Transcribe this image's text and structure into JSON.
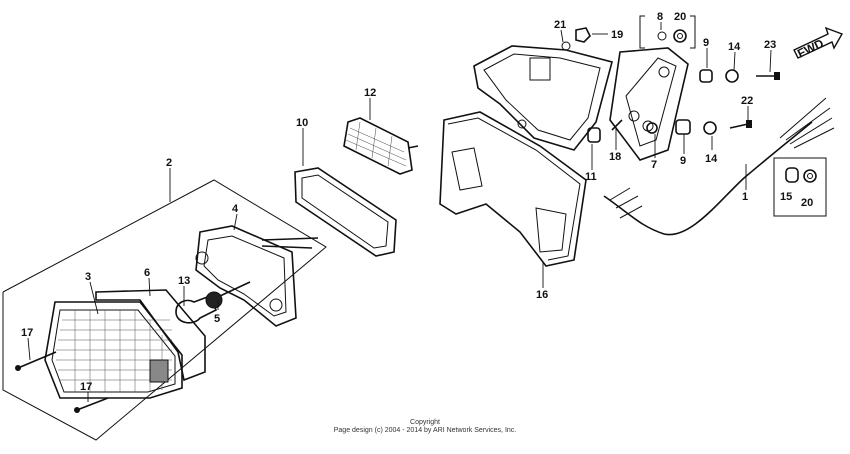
{
  "direction_label": "FWD",
  "copyright": {
    "line1": "Copyright",
    "line2": "Page design (c) 2004 - 2014 by ARI Network Services, Inc."
  },
  "callouts": {
    "c1": "1",
    "c2": "2",
    "c3": "3",
    "c4": "4",
    "c5": "5",
    "c6": "6",
    "c7": "7",
    "c8": "8",
    "c9a": "9",
    "c9b": "9",
    "c10": "10",
    "c11": "11",
    "c12": "12",
    "c13": "13",
    "c14a": "14",
    "c14b": "14",
    "c15": "15",
    "c16": "16",
    "c17a": "17",
    "c17b": "17",
    "c18": "18",
    "c19": "19",
    "c20a": "20",
    "c20b": "20",
    "c21": "21",
    "c22": "22",
    "c23": "23"
  }
}
